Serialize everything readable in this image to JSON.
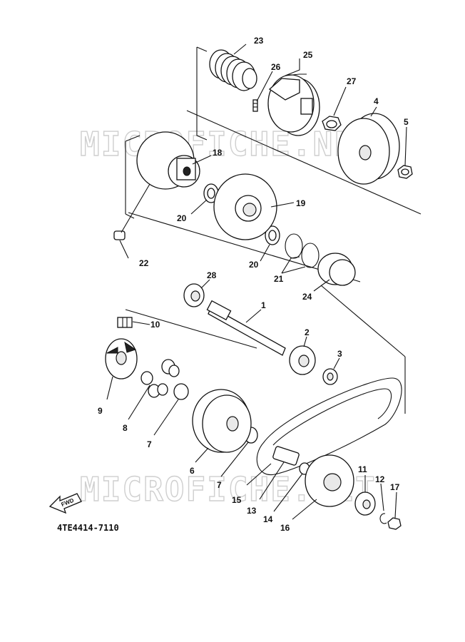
{
  "watermark": "MICROFICHE.NET",
  "diagram_code": "4TE4414-7110",
  "fwd_label": "FWD",
  "callouts": {
    "c1": "1",
    "c2": "2",
    "c3": "3",
    "c4": "4",
    "c5": "5",
    "c6": "6",
    "c7a": "7",
    "c7b": "7",
    "c8": "8",
    "c9": "9",
    "c10": "10",
    "c11": "11",
    "c12": "12",
    "c13": "13",
    "c14": "14",
    "c15": "15",
    "c16": "16",
    "c17": "17",
    "c18": "18",
    "c19": "19",
    "c20a": "20",
    "c20b": "20",
    "c21": "21",
    "c22": "22",
    "c23": "23",
    "c24": "24",
    "c25": "25",
    "c26": "26",
    "c27": "27",
    "c28": "28"
  }
}
